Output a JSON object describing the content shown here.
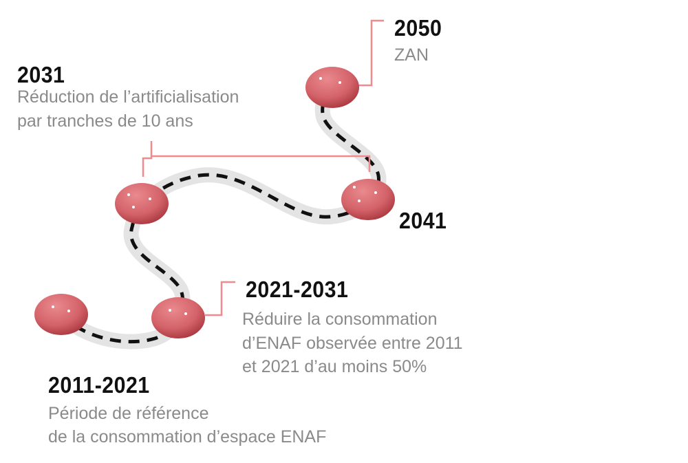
{
  "colors": {
    "node": "#d9646a",
    "connector": "#f08a8e",
    "road": "#e6e6e6",
    "dash": "#111111",
    "text": "#8a8a8a"
  },
  "milestones": [
    {
      "year": "2011-2021",
      "lines": [
        "Période de référence",
        "de la consommation d’espace ENAF"
      ]
    },
    {
      "year": "2021-2031",
      "lines": [
        "Réduire la consommation",
        "d’ENAF observée entre 2011",
        "et 2021 d’au moins 50%"
      ]
    },
    {
      "year": "2031",
      "lines": [
        "Réduction de l’artificialisation",
        "par tranches de 10 ans"
      ]
    },
    {
      "year": "2041",
      "lines": []
    },
    {
      "year": "2050",
      "lines": [
        "ZAN"
      ]
    }
  ]
}
